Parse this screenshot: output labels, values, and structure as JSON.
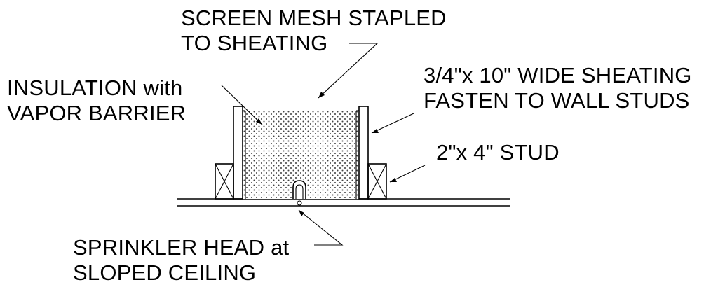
{
  "labels": {
    "screen_mesh": [
      "SCREEN MESH STAPLED",
      "TO SHEATING"
    ],
    "insulation": [
      "INSULATION with",
      "VAPOR BARRIER"
    ],
    "sheathing": [
      "3/4\"x 10\" WIDE SHEATING",
      "FASTEN TO WALL STUDS"
    ],
    "stud": [
      "2\"x 4\" STUD"
    ],
    "sprinkler": [
      "SPRINKLER HEAD at",
      "SLOPED CEILING"
    ]
  },
  "colors": {
    "line": "#000000",
    "background": "#ffffff"
  }
}
